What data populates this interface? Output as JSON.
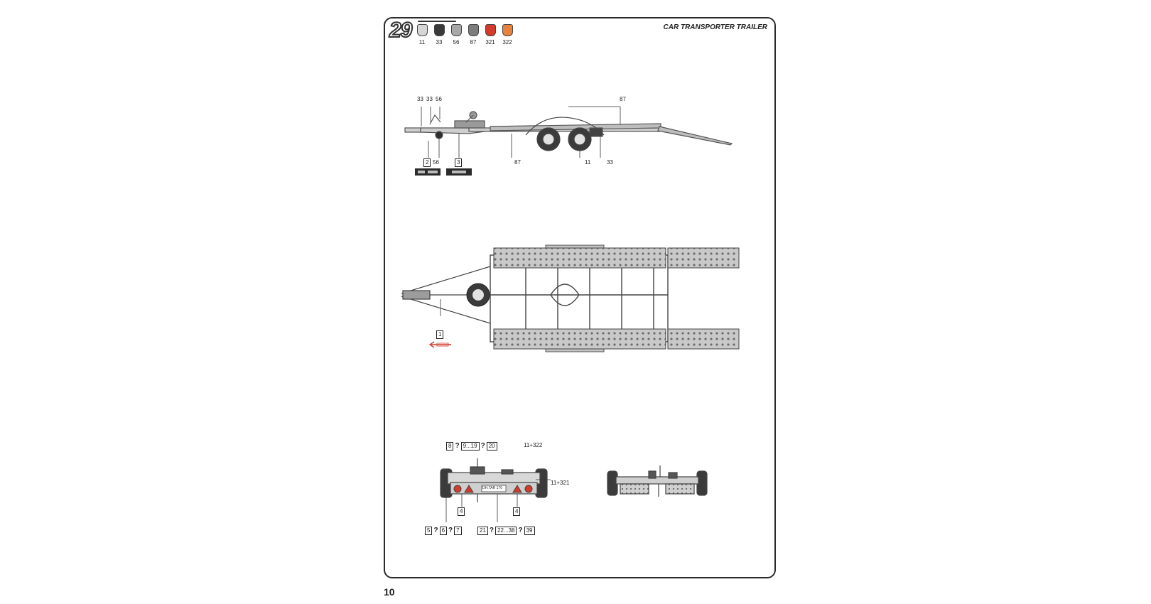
{
  "header": {
    "step_number": "29",
    "title": "CAR TRANSPORTER TRAILER",
    "page_number": "10"
  },
  "paints": [
    {
      "code": "11",
      "color": "#d6d6d6"
    },
    {
      "code": "33",
      "color": "#3a3a3a"
    },
    {
      "code": "56",
      "color": "#a8a8a8"
    },
    {
      "code": "87",
      "color": "#7c7c7c"
    },
    {
      "code": "321",
      "color": "#d23b2a"
    },
    {
      "code": "322",
      "color": "#e8823a"
    }
  ],
  "side_view": {
    "callouts": {
      "c33a": "33",
      "c33b": "33",
      "c56a": "56",
      "c87top": "87",
      "c2": "2",
      "c56b": "56",
      "c3": "3",
      "c87bottom": "87",
      "c11": "11",
      "c33c": "33"
    }
  },
  "top_view": {
    "callouts": {
      "c1": "1"
    }
  },
  "rear_view": {
    "callouts": {
      "top_row": [
        "8",
        "9...19",
        "20"
      ],
      "c11_322": "11+322",
      "c11_321": "11+321",
      "c4a": "4",
      "c4b": "4",
      "plate": "DH.TAR 170",
      "bottom_left": [
        "5",
        "6",
        "7"
      ],
      "bottom_right": [
        "21",
        "22...38",
        "39"
      ],
      "question_mark": "?"
    }
  }
}
